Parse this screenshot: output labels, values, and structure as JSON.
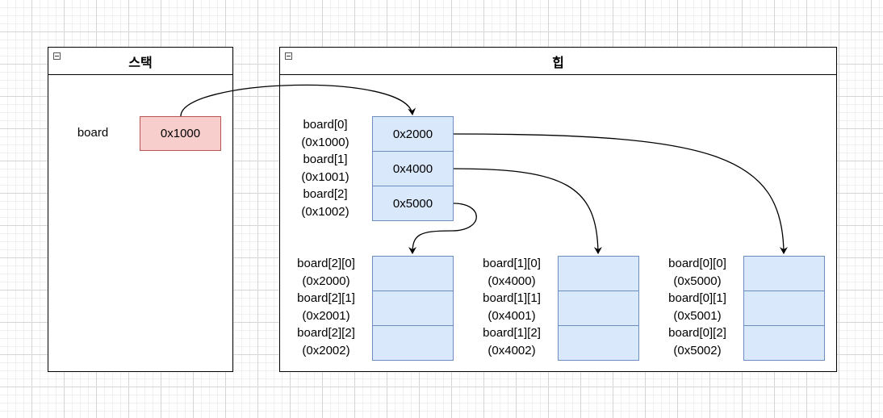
{
  "stack": {
    "title": "스택",
    "var_label": "board",
    "var_value": "0x1000"
  },
  "heap": {
    "title": "힙",
    "rows": [
      {
        "label": "board[0]",
        "addr": "(0x1000)",
        "value": "0x2000"
      },
      {
        "label": "board[1]",
        "addr": "(0x1001)",
        "value": "0x4000"
      },
      {
        "label": "board[2]",
        "addr": "(0x1002)",
        "value": "0x5000"
      }
    ],
    "arrays": [
      {
        "items": [
          {
            "label": "board[2][0]",
            "addr": "(0x2000)"
          },
          {
            "label": "board[2][1]",
            "addr": "(0x2001)"
          },
          {
            "label": "board[2][2]",
            "addr": "(0x2002)"
          }
        ]
      },
      {
        "items": [
          {
            "label": "board[1][0]",
            "addr": "(0x4000)"
          },
          {
            "label": "board[1][1]",
            "addr": "(0x4001)"
          },
          {
            "label": "board[1][2]",
            "addr": "(0x4002)"
          }
        ]
      },
      {
        "items": [
          {
            "label": "board[0][0]",
            "addr": "(0x5000)"
          },
          {
            "label": "board[0][1]",
            "addr": "(0x5001)"
          },
          {
            "label": "board[0][2]",
            "addr": "(0x5002)"
          }
        ]
      }
    ]
  },
  "colors": {
    "pointer_fill": "#f8cecc",
    "pointer_stroke": "#b85450",
    "cell_fill": "#dae8fc",
    "cell_stroke": "#6c8ebf"
  }
}
